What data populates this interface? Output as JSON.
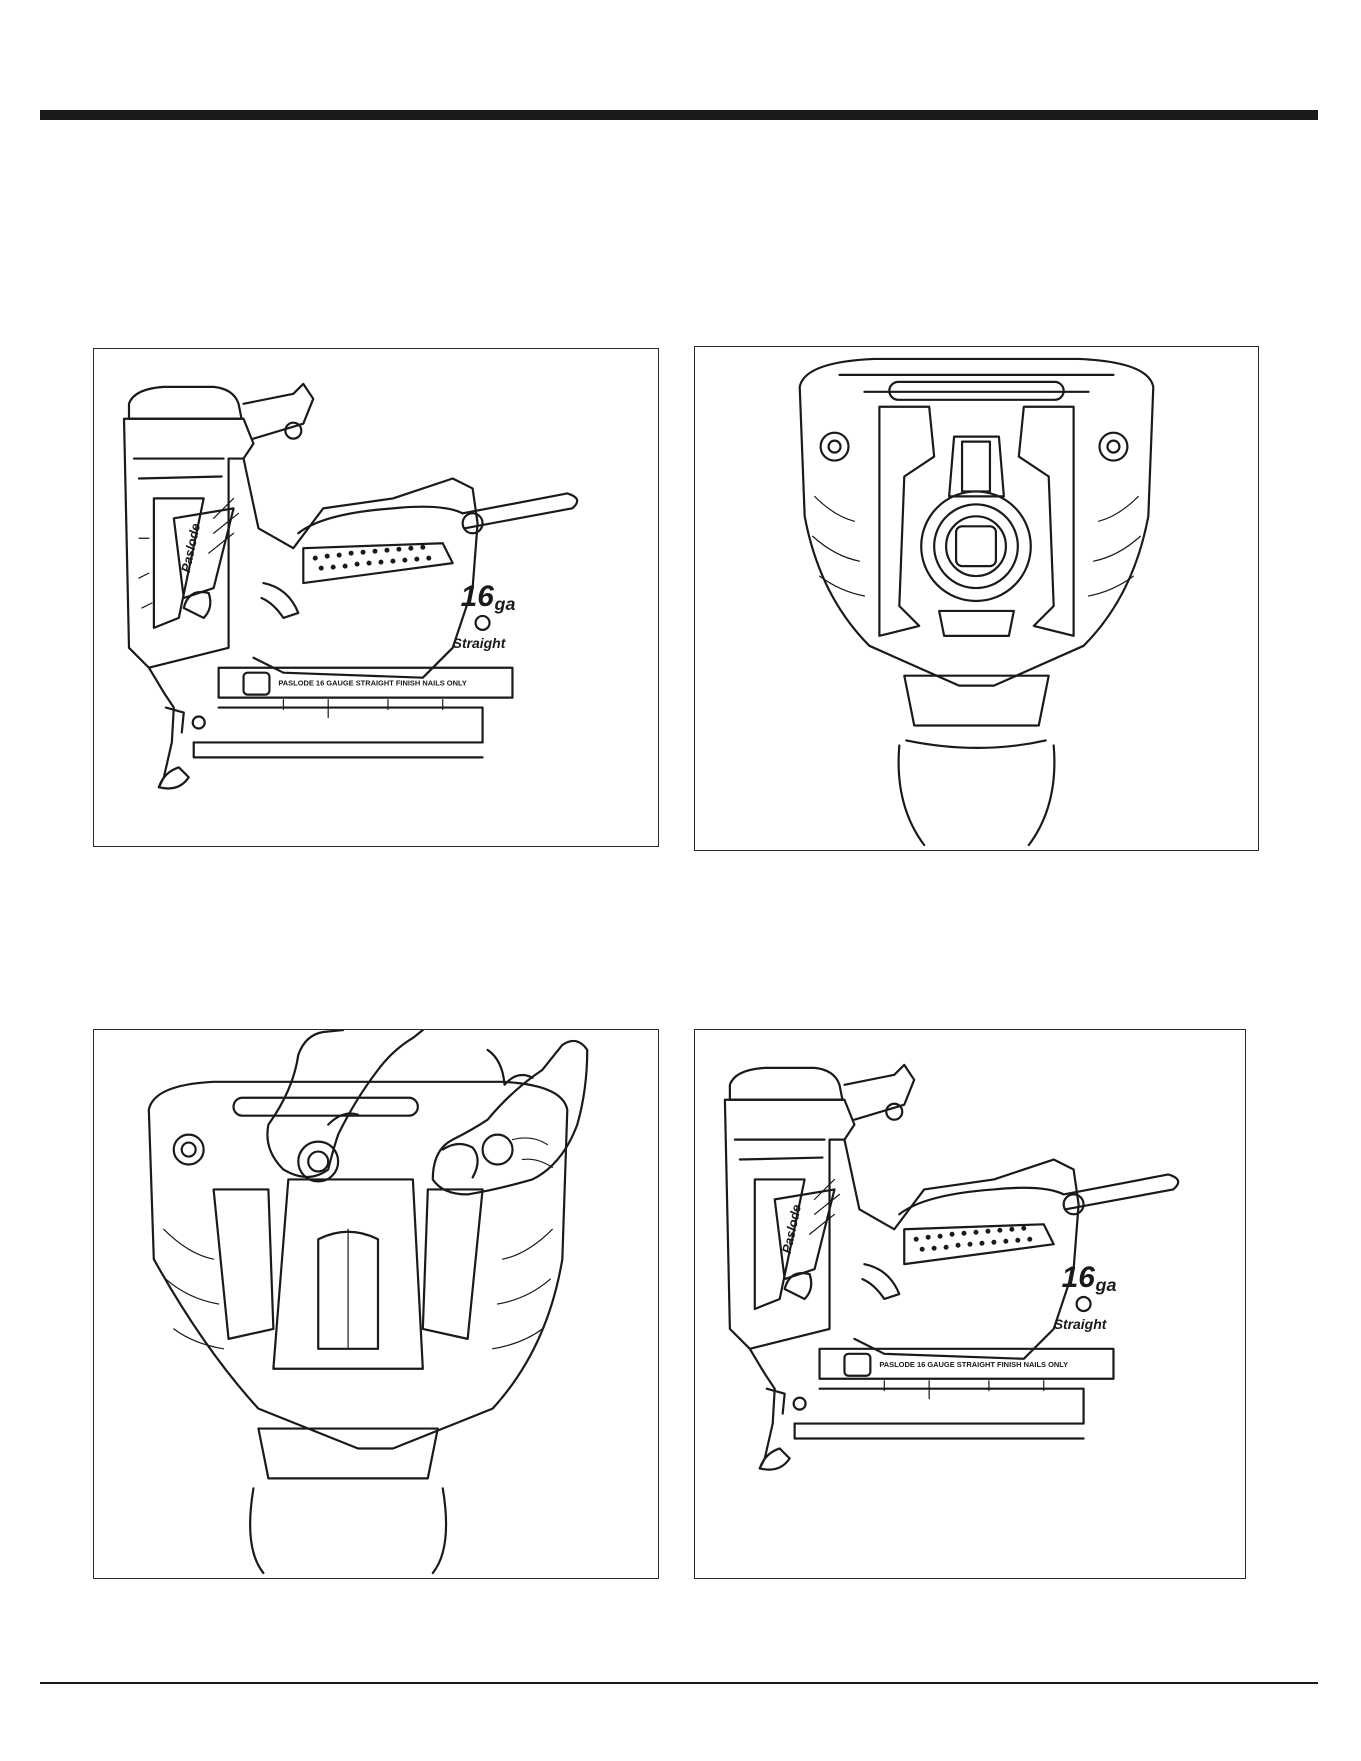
{
  "illustrations": {
    "side_view": {
      "magazine_label": "PASLODE 16 GAUGE STRAIGHT FINISH NAILS ONLY",
      "gauge": "16",
      "gauge_unit": "ga",
      "nail_type": "Straight",
      "brand": "Paslode"
    },
    "side_view_2": {
      "magazine_label": "PASLODE 16 GAUGE STRAIGHT FINISH NAILS ONLY",
      "gauge": "16",
      "gauge_unit": "ga",
      "nail_type": "Straight",
      "brand": "Paslode"
    }
  }
}
